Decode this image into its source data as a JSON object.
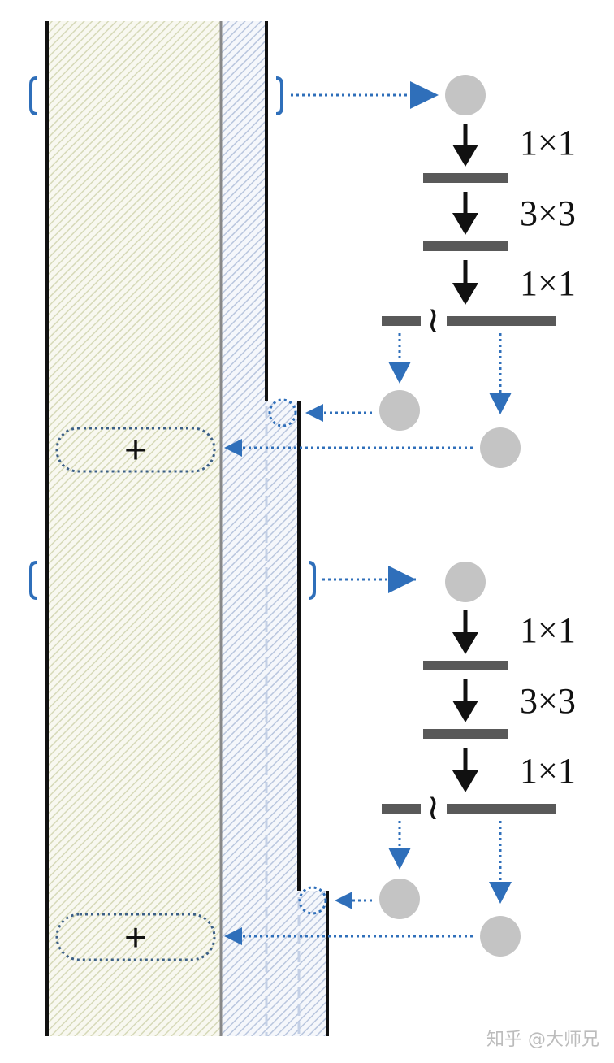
{
  "blocks": [
    {
      "conv_labels": [
        "1×1",
        "3×3",
        "1×1"
      ],
      "merge_symbol": "+"
    },
    {
      "conv_labels": [
        "1×1",
        "3×3",
        "1×1"
      ],
      "merge_symbol": "+"
    }
  ],
  "split_symbol": "≀",
  "watermark": "知乎 @大师兄",
  "colors": {
    "arrow_blue": "#2f6fba",
    "node_gray": "#c4c4c4",
    "bar_gray": "#595959",
    "stripe_left": "#d6d9b8",
    "stripe_right": "#b9c6de"
  }
}
